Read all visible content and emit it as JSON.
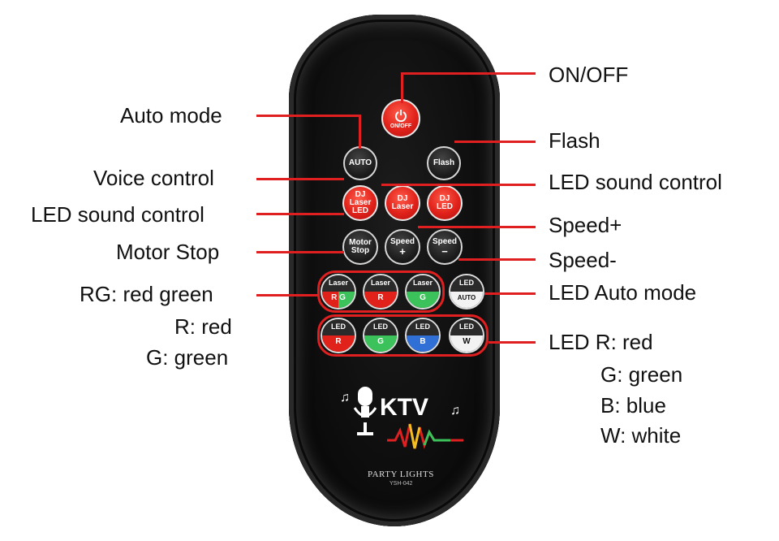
{
  "remote": {
    "power_button": "ON/OFF",
    "auto_button": "AUTO",
    "flash_button": "Flash",
    "dj_buttons": [
      {
        "line1": "DJ",
        "line2": "Laser",
        "line3": "LED"
      },
      {
        "line1": "DJ",
        "line2": "Laser",
        "line3": ""
      },
      {
        "line1": "DJ",
        "line2": "LED",
        "line3": ""
      }
    ],
    "motor_button": {
      "line1": "Motor",
      "line2": "Stop"
    },
    "speed_plus_button": {
      "line1": "Speed",
      "line2": "+"
    },
    "speed_minus_button": {
      "line1": "Speed",
      "line2": "−"
    },
    "laser_row": [
      {
        "top": "Laser",
        "bottom_r": "R",
        "bottom_g": "G"
      },
      {
        "top": "Laser",
        "bottom": "R"
      },
      {
        "top": "Laser",
        "bottom": "G"
      },
      {
        "top": "LED",
        "bottom": "AUTO"
      }
    ],
    "led_row": [
      {
        "top": "LED",
        "bottom": "R"
      },
      {
        "top": "LED",
        "bottom": "G"
      },
      {
        "top": "LED",
        "bottom": "B"
      },
      {
        "top": "LED",
        "bottom": "W"
      }
    ],
    "logo_text": "KTV",
    "brand": "PARTY LIGHTS",
    "model": "YSH-042"
  },
  "labels": {
    "on_off": "ON/OFF",
    "auto_mode": "Auto mode",
    "flash": "Flash",
    "voice_control": "Voice control",
    "led_sound_control_right": "LED sound control",
    "led_sound_control_left": "LED sound control",
    "speed_plus": "Speed+",
    "motor_stop": "Motor Stop",
    "speed_minus": "Speed-",
    "rg": "RG: red green",
    "r": "R: red",
    "g": "G: green",
    "led_auto_mode": "LED Auto mode",
    "led_r": "LED R: red",
    "led_g": "G: green",
    "led_b": "B: blue",
    "led_w": "W: white"
  },
  "colors": {
    "accent_red": "#e02020",
    "led_red": "#e0221a",
    "led_green": "#3cc25a",
    "led_blue": "#2f6fd6",
    "led_white": "#f2f2f2"
  }
}
